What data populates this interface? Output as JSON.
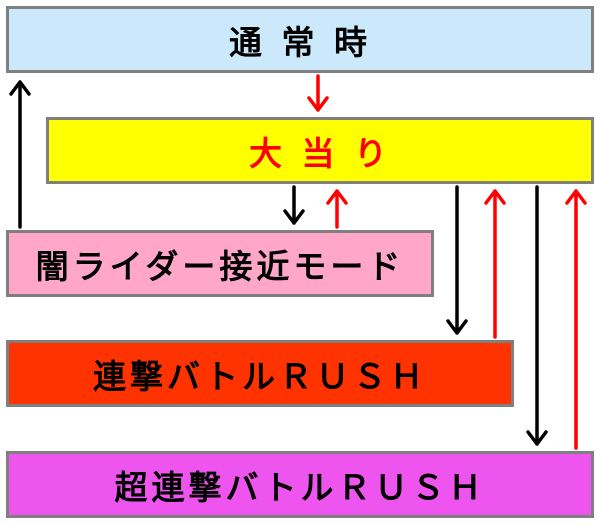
{
  "nodes": [
    {
      "id": "normal",
      "label": "通 常 時",
      "fill": "#cce8fb",
      "text_color": "#000000"
    },
    {
      "id": "jackpot",
      "label": "大 当 り",
      "fill": "#ffff00",
      "text_color": "#ff0000"
    },
    {
      "id": "approach",
      "label": "闇ライダー接近モード",
      "fill": "#ffa6c9",
      "text_color": "#000000"
    },
    {
      "id": "rush",
      "label": "連撃バトルＲＵＳＨ",
      "fill": "#ff3300",
      "text_color": "#000000"
    },
    {
      "id": "super_rush",
      "label": "超連撃バトルＲＵＳＨ",
      "fill": "#ee55ee",
      "text_color": "#000000"
    }
  ],
  "edges": [
    {
      "from": "normal",
      "to": "jackpot",
      "color": "#ff0000"
    },
    {
      "from": "jackpot",
      "to": "approach",
      "color": "#000000"
    },
    {
      "from": "approach",
      "to": "jackpot",
      "color": "#ff0000"
    },
    {
      "from": "approach",
      "to": "normal",
      "color": "#000000"
    },
    {
      "from": "jackpot",
      "to": "rush",
      "color": "#000000"
    },
    {
      "from": "rush",
      "to": "jackpot",
      "color": "#ff0000"
    },
    {
      "from": "jackpot",
      "to": "super_rush",
      "color": "#000000"
    },
    {
      "from": "super_rush",
      "to": "jackpot",
      "color": "#ff0000"
    }
  ]
}
